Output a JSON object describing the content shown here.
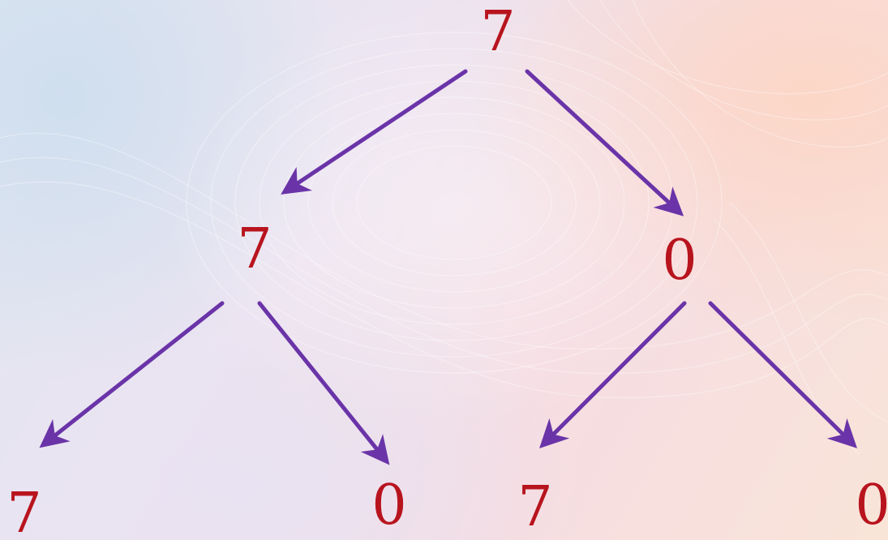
{
  "colors": {
    "node_text": "#b8141e",
    "edge": "#6a34a8"
  },
  "tree": {
    "root": {
      "value": "7"
    },
    "left": {
      "value": "7"
    },
    "right": {
      "value": "0"
    },
    "left_left": {
      "value": "7"
    },
    "left_right": {
      "value": "0"
    },
    "right_left": {
      "value": "7"
    },
    "right_right": {
      "value": "0"
    }
  },
  "edges": [
    {
      "from": "root",
      "to": "left"
    },
    {
      "from": "root",
      "to": "right"
    },
    {
      "from": "left",
      "to": "left_left"
    },
    {
      "from": "left",
      "to": "left_right"
    },
    {
      "from": "right",
      "to": "right_left"
    },
    {
      "from": "right",
      "to": "right_right"
    }
  ]
}
